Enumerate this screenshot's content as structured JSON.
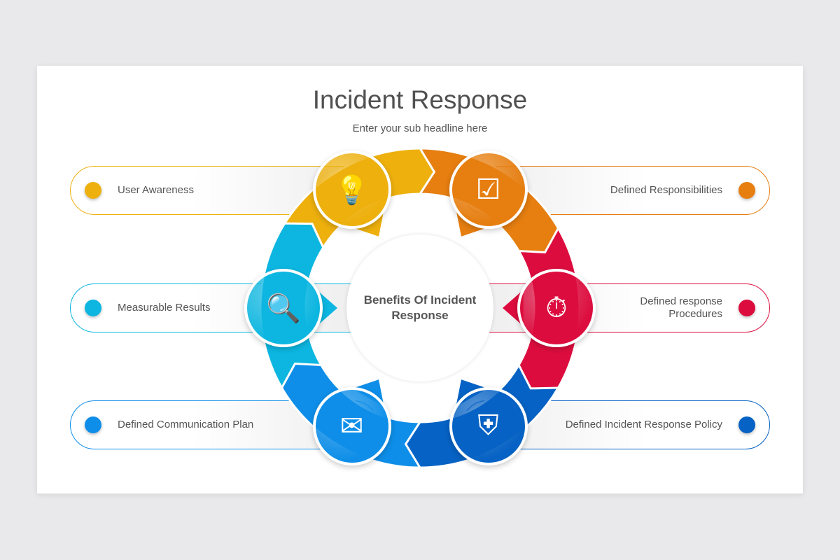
{
  "header": {
    "title": "Incident Response",
    "subtitle": "Enter your sub headline here"
  },
  "center": {
    "text": "Benefits Of Incident Response"
  },
  "items": [
    {
      "label": "User Awareness",
      "color": "#EDB00D",
      "icon": "lightbulb-person-icon",
      "glyph": "💡"
    },
    {
      "label": "Defined Responsibilities",
      "color": "#E67E10",
      "icon": "person-checklist-icon",
      "glyph": "☑"
    },
    {
      "label": "Defined response Procedures",
      "color": "#DC0D3E",
      "icon": "phone-stopwatch-icon",
      "glyph": "⏱"
    },
    {
      "label": "Defined Incident Response Policy",
      "color": "#0662C4",
      "icon": "shield-circuit-icon",
      "glyph": "⛨"
    },
    {
      "label": "Defined Communication Plan",
      "color": "#0E8EE8",
      "icon": "mail-gear-icon",
      "glyph": "✉"
    },
    {
      "label": "Measurable Results",
      "color": "#0CB6E0",
      "icon": "report-magnifier-icon",
      "glyph": "🔍"
    }
  ]
}
